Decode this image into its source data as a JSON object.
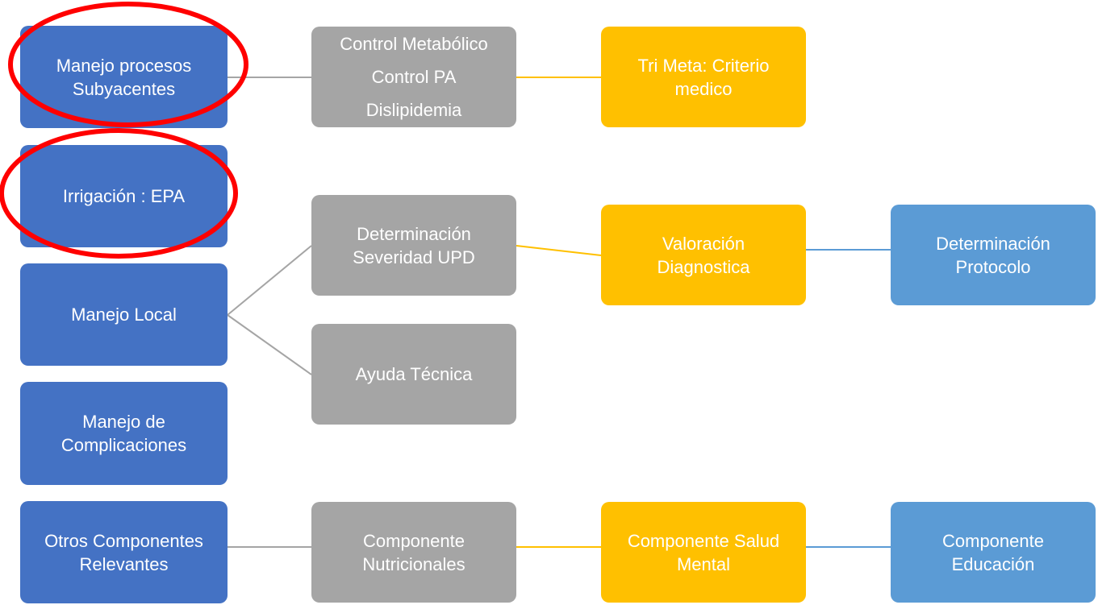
{
  "rows": {
    "blue": [
      {
        "lines": [
          "Manejo procesos",
          "Subyacentes"
        ]
      },
      {
        "lines": [
          "Irrigación : EPA"
        ]
      },
      {
        "lines": [
          "Manejo Local"
        ]
      },
      {
        "lines": [
          "Manejo de",
          "Complicaciones"
        ]
      },
      {
        "lines": [
          "Otros Componentes",
          "Relevantes"
        ]
      }
    ],
    "gray": [
      {
        "lines": [
          "Control Metabólico",
          "Control PA",
          "Dislipidemia"
        ]
      },
      {
        "lines": [
          "Determinación",
          "Severidad UPD"
        ]
      },
      {
        "lines": [
          "Ayuda Técnica"
        ]
      },
      {
        "lines": [
          "Componente",
          "Nutricionales"
        ]
      }
    ],
    "gold": [
      {
        "lines": [
          "Tri Meta: Criterio",
          "medico"
        ]
      },
      {
        "lines": [
          "Valoración",
          "Diagnostica"
        ]
      },
      {
        "lines": [
          "Componente Salud",
          "Mental"
        ]
      }
    ],
    "light": [
      {
        "lines": [
          "Determinación",
          "Protocolo"
        ]
      },
      {
        "lines": [
          "Componente",
          "Educación"
        ]
      }
    ]
  },
  "colors": {
    "blue": "#4472c4",
    "gray": "#a5a5a5",
    "gold": "#ffc000",
    "light_blue": "#5b9bd5",
    "highlight_ring": "#ff0000"
  }
}
